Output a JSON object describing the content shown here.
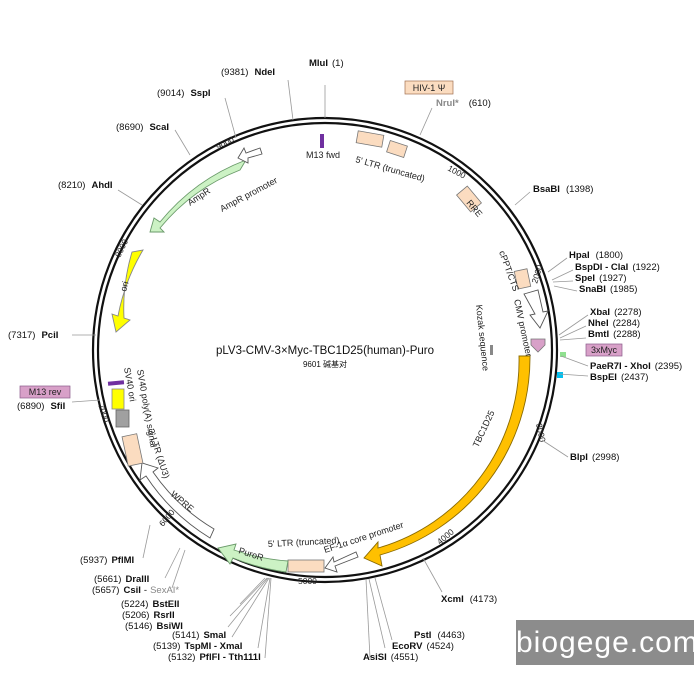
{
  "title": "pLV3-CMV-3×Myc-TBC1D25(human)-Puro",
  "subtitle": "9601 碱基对",
  "watermark": "biogege.com",
  "colors": {
    "backbone": "#111111",
    "peach": "#fbdcc0",
    "green": "#ccf2c4",
    "yellow": "#ffff00",
    "orange": "#ffc000",
    "gray": "#a0a0a0",
    "violet": "#7030a0",
    "pink": "#d8a0c8"
  },
  "sites": [
    {
      "name": "MluI",
      "pos": "(1)"
    },
    {
      "name": "NdeI",
      "pos": "(9381)"
    },
    {
      "name": "SspI",
      "pos": "(9014)"
    },
    {
      "name": "ScaI",
      "pos": "(8690)"
    },
    {
      "name": "AhdI",
      "pos": "(8210)"
    },
    {
      "name": "PciI",
      "pos": "(7317)"
    },
    {
      "name": "SfiI",
      "pos": "(6890)"
    },
    {
      "name": "PflMI",
      "pos": "(5937)"
    },
    {
      "name": "DraIII",
      "pos": "(5661)"
    },
    {
      "name": "CsiI",
      "pos": "(5657)",
      "extra": "SexAI*"
    },
    {
      "name": "BstEII",
      "pos": "(5224)"
    },
    {
      "name": "RsrII",
      "pos": "(5206)"
    },
    {
      "name": "BsiWI",
      "pos": "(5146)"
    },
    {
      "name": "SmaI",
      "pos": "(5141)"
    },
    {
      "name": "TspMI - XmaI",
      "pos": "(5139)"
    },
    {
      "name": "PflFI - Tth111I",
      "pos": "(5132)"
    },
    {
      "name": "NruI*",
      "pos": "(610)"
    },
    {
      "name": "BsaBI",
      "pos": "(1398)"
    },
    {
      "name": "HpaI",
      "pos": "(1800)"
    },
    {
      "name": "BspDI - ClaI",
      "pos": "(1922)"
    },
    {
      "name": "SpeI",
      "pos": "(1927)"
    },
    {
      "name": "SnaBI",
      "pos": "(1985)"
    },
    {
      "name": "XbaI",
      "pos": "(2278)"
    },
    {
      "name": "NheI",
      "pos": "(2284)"
    },
    {
      "name": "BmtI",
      "pos": "(2288)"
    },
    {
      "name": "PaeR7I - XhoI",
      "pos": "(2395)"
    },
    {
      "name": "BspEI",
      "pos": "(2437)"
    },
    {
      "name": "BlpI",
      "pos": "(2998)"
    },
    {
      "name": "XcmI",
      "pos": "(4173)"
    },
    {
      "name": "PstI",
      "pos": "(4463)"
    },
    {
      "name": "EcoRV",
      "pos": "(4524)"
    },
    {
      "name": "AsiSI",
      "pos": "(4551)"
    }
  ],
  "features": {
    "hiv_psi": "HIV-1 Ψ",
    "myc": "3xMyc",
    "m13rev": "M13 rev",
    "m13fwd": "M13 fwd",
    "ltr5_top": "5' LTR (truncated)",
    "rre": "RRE",
    "cppt": "cPPT/CTS",
    "cmv": "CMV promoter",
    "kozak": "Kozak sequence",
    "tbc": "TBC1D25",
    "ef1a": "EF-1α core promoter",
    "ltr5_bottom": "5' LTR (truncated)",
    "puror": "PuroR",
    "wpre": "WPRE",
    "ltr3": "3' LTR (ΔU3)",
    "sv40pa": "SV40 poly(A) signal",
    "sv40ori": "SV40 ori",
    "ori": "ori",
    "ampr": "AmpR",
    "amprprom": "AmpR promoter"
  },
  "ticks": [
    "1000",
    "2000",
    "3000",
    "4000",
    "5000",
    "6000",
    "7000",
    "8000",
    "9000"
  ]
}
